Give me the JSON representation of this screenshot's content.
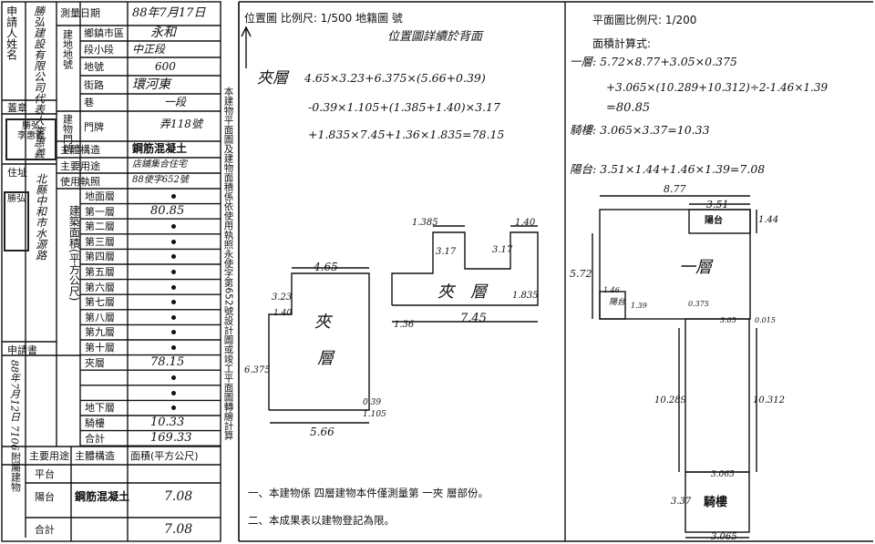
{
  "left_table": {
    "applicant_label": "申請人姓名",
    "applicant_value": "勝弘建設有限公司代表人李惠義",
    "seal_label": "蓋章",
    "address_label": "住址",
    "address_value": "北縣中和市水源路",
    "app_no_label": "申請書",
    "app_no_value": "88年7月12日 7106",
    "land_label": "建地地號",
    "survey_date_label": "測量日期",
    "survey_date_value": "88年7月17日",
    "city_label": "鄉鎮市區",
    "city_value": "永和",
    "section_label": "段小段",
    "section_value": "中正段",
    "parcel_label": "地號",
    "parcel_value": "600",
    "street_label": "街路",
    "street_value": "環河東",
    "lane_label": "巷",
    "lane_value": "一段",
    "number_label": "門牌",
    "number_value": "弄118號",
    "structure_label": "主體構造",
    "structure_value": "鋼筋混凝土",
    "use_label": "主要用途",
    "use_value": "店鋪集合住宅",
    "license_label": "使用執照",
    "license_value": "88使字652號",
    "area_title": "建築面積(平方公尺)",
    "floors": [
      {
        "name": "地面層",
        "value": ""
      },
      {
        "name": "第一層",
        "value": "80.85"
      },
      {
        "name": "第二層",
        "value": ""
      },
      {
        "name": "第三層",
        "value": ""
      },
      {
        "name": "第四層",
        "value": ""
      },
      {
        "name": "第五層",
        "value": ""
      },
      {
        "name": "第六層",
        "value": ""
      },
      {
        "name": "第七層",
        "value": ""
      },
      {
        "name": "第八層",
        "value": ""
      },
      {
        "name": "第九層",
        "value": ""
      },
      {
        "name": "第十層",
        "value": ""
      },
      {
        "name": "夾層",
        "value": "78.15"
      },
      {
        "name": "",
        "value": ""
      },
      {
        "name": "",
        "value": ""
      },
      {
        "name": "地下層",
        "value": ""
      },
      {
        "name": "騎樓",
        "value": "10.33"
      },
      {
        "name": "合計",
        "value": "169.33"
      }
    ],
    "attach_label": "附屬建物",
    "attach_cols": [
      "主要用途",
      "主體構造",
      "面積(平方公尺)"
    ],
    "attach_rows": [
      {
        "use": "平台",
        "struct": "",
        "area": ""
      },
      {
        "use": "陽台",
        "struct": "鋼筋混凝土",
        "area": "7.08"
      },
      {
        "use": "",
        "struct": "",
        "area": ""
      },
      {
        "use": "合計",
        "struct": "",
        "area": "7.08"
      }
    ]
  },
  "middle": {
    "header": "位置圖  比例尺: 1/500  地籍圖  號",
    "title": "位置圖詳續於背面",
    "vertical_note": "本建物平面圖及建物面積係依使用執照永使字第652號設計圖或竣工平面圖轉繪計算",
    "mezz_label": "夾層",
    "calc1": "4.65×3.23+6.375×(5.66+0.39)",
    "calc2": "-0.39×1.105+(1.385+1.40)×3.17",
    "calc3": "+1.835×7.45+1.36×1.835=78.15",
    "dims": [
      "4.65",
      "3.23",
      "1.40",
      "6.375",
      "5.66",
      "0.39",
      "1.105",
      "1.385",
      "1.40",
      "3.17",
      "3.17",
      "1.835",
      "1.36",
      "7.45"
    ],
    "note1": "一、本建物係 四層建物本件僅測量第 一夾 層部份。",
    "note2": "二、本成果表以建物登記為限。"
  },
  "right": {
    "header": "平面圖比例尺: 1/200",
    "area_calc_label": "面積計算式:",
    "f1_a": "一層: 5.72×8.77+3.05×0.375",
    "f1_b": "+3.065×(10.289+10.312)÷2-1.46×1.39",
    "f1_c": "=80.85",
    "arcade": "騎樓: 3.065×3.37=10.33",
    "balcony": "陽台: 3.51×1.44+1.46×1.39=7.08",
    "floor_label": "一層",
    "balcony_label": "陽台",
    "arcade_label": "騎樓",
    "dims": [
      "8.77",
      "3.51",
      "1.44",
      "5.72",
      "1.46",
      "1.39",
      "0.375",
      "3.05",
      "0.015",
      "10.289",
      "10.312",
      "3.065",
      "3.37",
      "3.065"
    ]
  }
}
